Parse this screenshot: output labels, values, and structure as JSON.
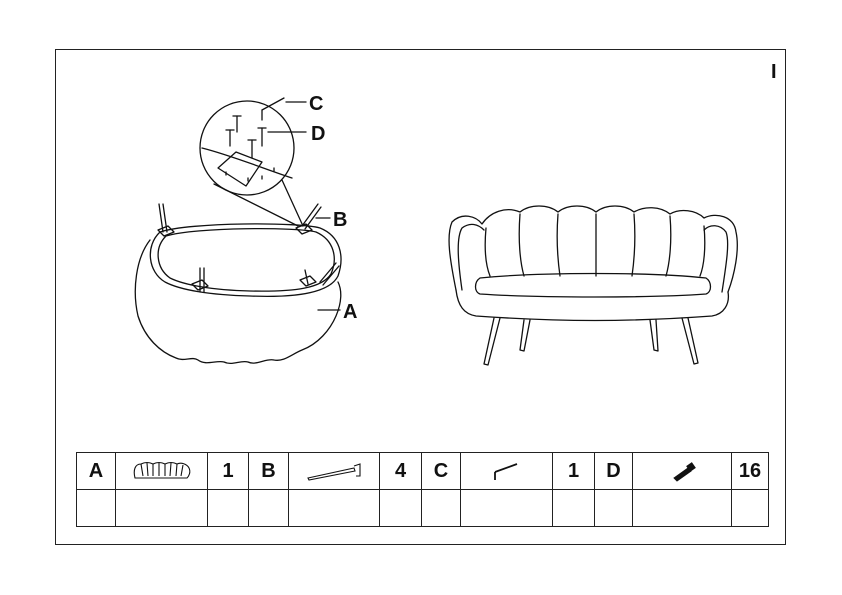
{
  "page_mark": "I",
  "callouts": {
    "c": "C",
    "d": "D",
    "b": "B",
    "a": "A"
  },
  "parts": [
    {
      "letter": "A",
      "icon": "sofa-body-icon",
      "qty": "1"
    },
    {
      "letter": "B",
      "icon": "leg-icon",
      "qty": "4"
    },
    {
      "letter": "C",
      "icon": "allen-key-icon",
      "qty": "1"
    },
    {
      "letter": "D",
      "icon": "bolt-icon",
      "qty": "16"
    }
  ]
}
